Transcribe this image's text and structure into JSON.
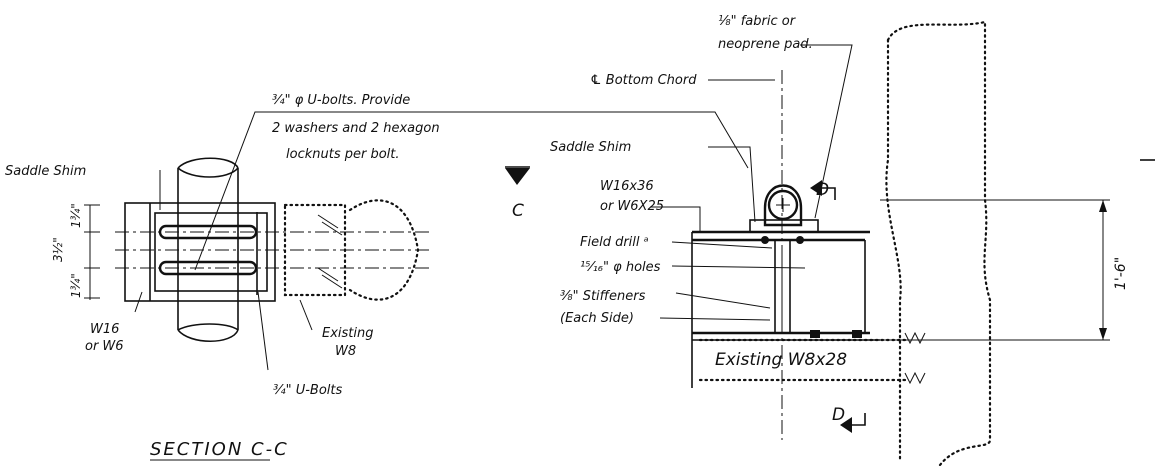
{
  "labels": {
    "saddle_shim_left": "Saddle Shim",
    "w16_or_w6_line1": "W16",
    "w16_or_w6_line2": "or W6",
    "existing_w8_line1": "Existing",
    "existing_w8_line2": "W8",
    "u_bolts_small": "¾\" U-Bolts",
    "ubolt_note_line1": "¾\" φ U-bolts.  Provide",
    "ubolt_note_line2": "2 washers and 2 hexagon",
    "ubolt_note_line3": "locknuts per bolt.",
    "section_title": "SECTION C-C",
    "section_mark_c": "C",
    "fabric_pad_line1": "⅛\" fabric or",
    "fabric_pad_line2": "neoprene pad.",
    "bottom_chord": "℄ Bottom Chord",
    "saddle_shim_right": "Saddle Shim",
    "w16x36_line1": "W16x36",
    "w16x36_line2": "or W6X25",
    "field_drill_line1": "Field drill ᵃ",
    "field_drill_line2": "¹⁵⁄₁₆\" φ holes",
    "stiffeners_line1": "⅜\" Stiffeners",
    "stiffeners_line2": "(Each Side)",
    "existing_w8x28": "Existing W8x28",
    "section_mark_d_top": "D",
    "section_mark_d_bottom": "D"
  },
  "dimensions": {
    "d_1_3_4_top": "1¾\"",
    "d_3_1_2": "3½\"",
    "d_1_3_4_bottom": "1¾\"",
    "d_1_6": "1'-6\""
  }
}
